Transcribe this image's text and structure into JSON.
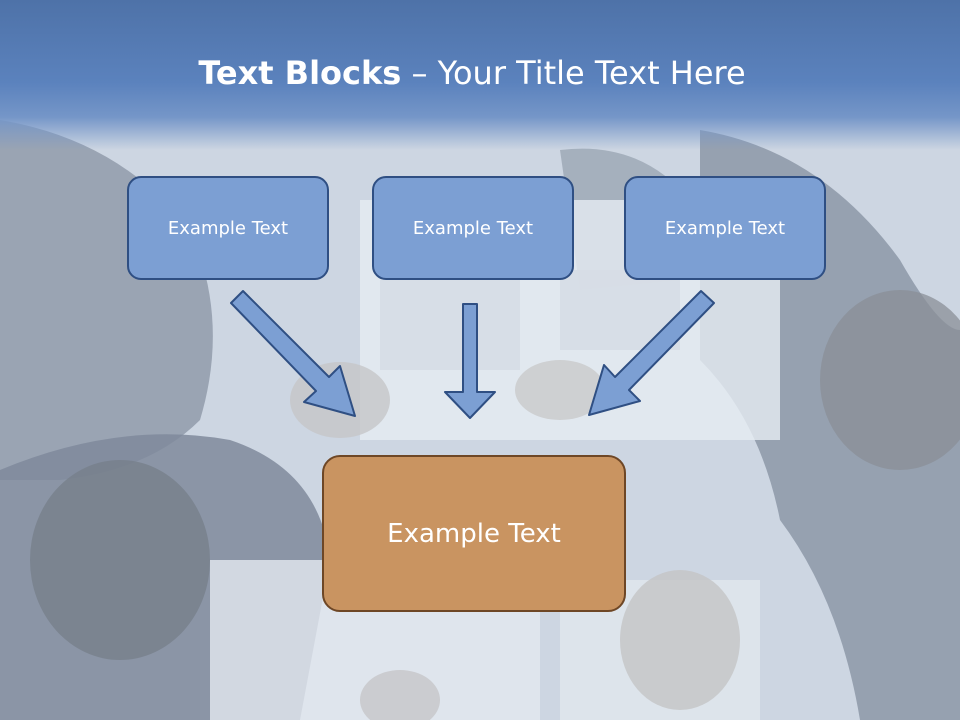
{
  "title": {
    "bold": "Text Blocks",
    "dash": " – ",
    "rest": "Your Title Text Here"
  },
  "blocks": {
    "top_left": "Example Text",
    "top_center": "Example Text",
    "top_right": "Example Text",
    "bottom": "Example Text"
  },
  "colors": {
    "header": "#5b82bd",
    "block_fill": "#7c9fd3",
    "block_border": "#2f4f83",
    "bottom_fill": "#c99461",
    "bottom_border": "#6e4726",
    "arrow_fill": "#7c9fd3"
  }
}
